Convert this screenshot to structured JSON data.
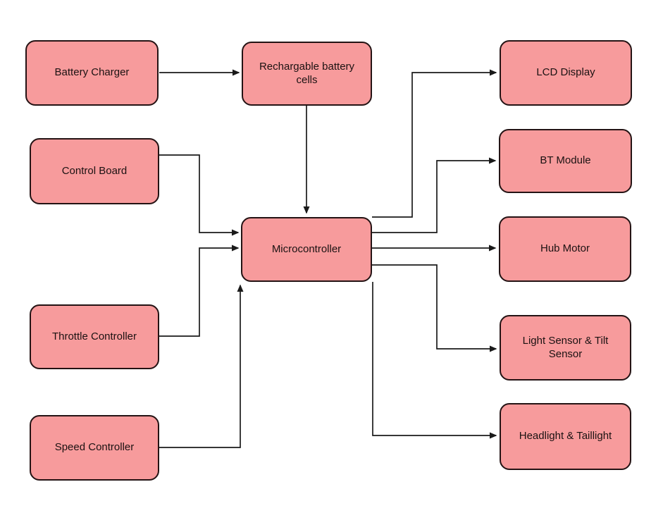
{
  "diagram": {
    "nodes": [
      {
        "id": "battery-charger",
        "label": "Battery Charger"
      },
      {
        "id": "rechargeable-battery-cells",
        "label": "Rechargable battery cells"
      },
      {
        "id": "control-board",
        "label": "Control Board"
      },
      {
        "id": "throttle-controller",
        "label": "Throttle Controller"
      },
      {
        "id": "speed-controller",
        "label": "Speed Controller"
      },
      {
        "id": "microcontroller",
        "label": "Microcontroller"
      },
      {
        "id": "lcd-display",
        "label": "LCD Display"
      },
      {
        "id": "bt-module",
        "label": "BT Module"
      },
      {
        "id": "hub-motor",
        "label": "Hub Motor"
      },
      {
        "id": "light-sensor-tilt-sensor",
        "label": "Light Sensor & Tilt Sensor"
      },
      {
        "id": "headlight-taillight",
        "label": "Headlight & Taillight"
      }
    ],
    "edges": [
      {
        "from": "Battery Charger",
        "to": "Rechargable battery cells"
      },
      {
        "from": "Rechargable battery cells",
        "to": "Microcontroller"
      },
      {
        "from": "Control Board",
        "to": "Microcontroller"
      },
      {
        "from": "Throttle Controller",
        "to": "Microcontroller"
      },
      {
        "from": "Speed Controller",
        "to": "Microcontroller"
      },
      {
        "from": "Microcontroller",
        "to": "LCD Display"
      },
      {
        "from": "Microcontroller",
        "to": "BT Module"
      },
      {
        "from": "Microcontroller",
        "to": "Hub Motor"
      },
      {
        "from": "Microcontroller",
        "to": "Light Sensor & Tilt Sensor"
      },
      {
        "from": "Microcontroller",
        "to": "Headlight & Taillight"
      }
    ],
    "colors": {
      "background": "#ffffff",
      "node_fill": "#f79b9c",
      "node_border": "#241314",
      "connector": "#1a1a1a",
      "label_text": "#1b1212"
    }
  }
}
